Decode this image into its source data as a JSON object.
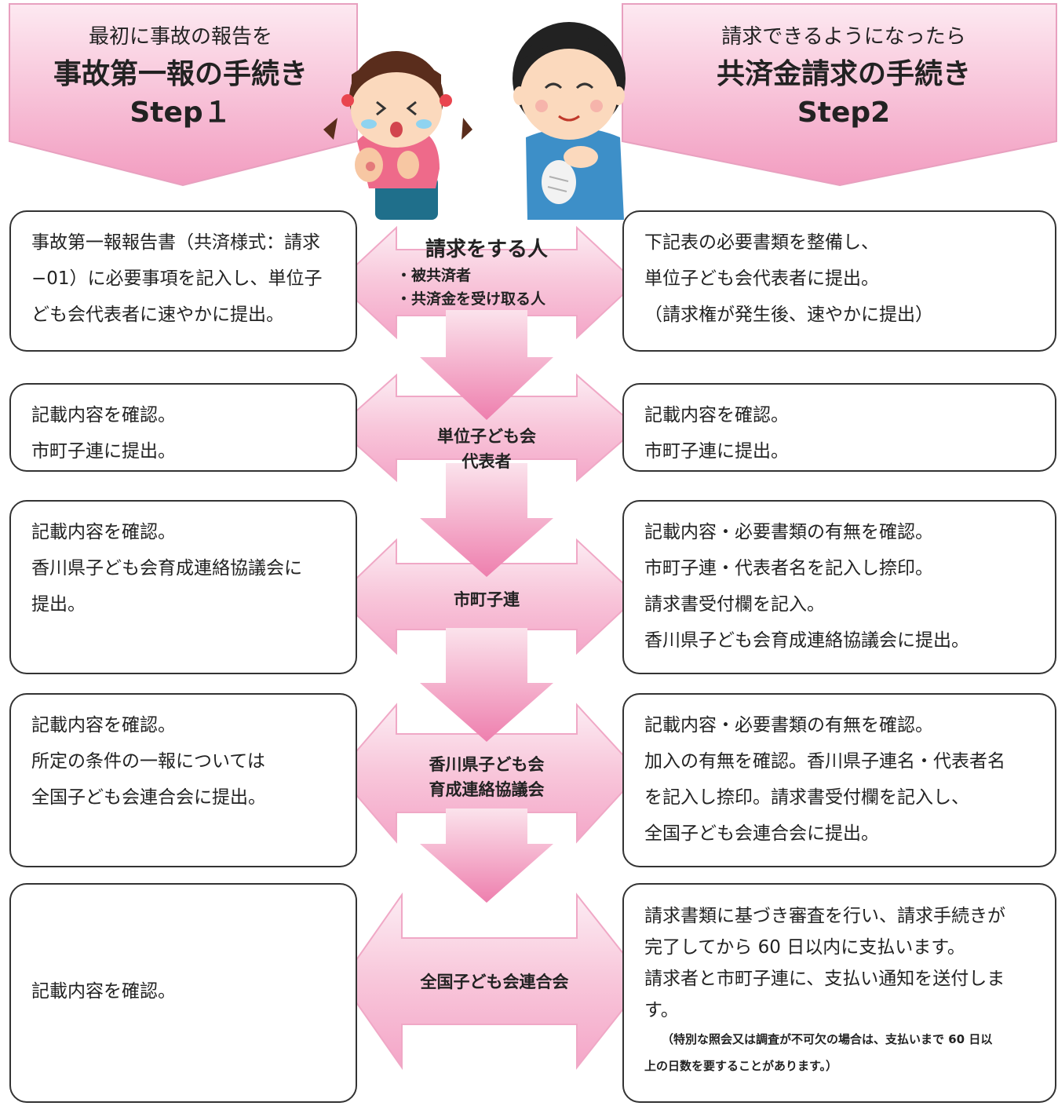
{
  "colors": {
    "pink_light": "#fde6ef",
    "pink_mid": "#f7b4cf",
    "pink_deep": "#ee82ae",
    "border": "#333333",
    "pink_edge": "#e8a0bf"
  },
  "header_left": {
    "sub": "最初に事故の報告を",
    "main": "事故第一報の手続き",
    "step": "Step１"
  },
  "header_right": {
    "sub": "請求できるようになったら",
    "main": "共済金請求の手続き",
    "step": "Step2"
  },
  "illustrations": {
    "left": "crying-girl-with-scraped-knee",
    "right": "boy-with-bandaged-arm"
  },
  "who": {
    "title": "請求をする人",
    "items": [
      "・被共済者",
      "・共済金を受け取る人"
    ]
  },
  "stages": [
    {
      "label_lines": [
        "単位子ども会",
        "代表者"
      ]
    },
    {
      "label_lines": [
        "市町子連"
      ]
    },
    {
      "label_lines": [
        "香川県子ども会",
        "育成連絡協議会"
      ]
    },
    {
      "label_lines": [
        "全国子ども会連合会"
      ]
    }
  ],
  "left_boxes": [
    {
      "lines": [
        "事故第一報報告書（共済様式：請求",
        "−01）に必要事項を記入し、単位子",
        "ども会代表者に速やかに提出。"
      ]
    },
    {
      "lines": [
        "記載内容を確認。",
        "市町子連に提出。"
      ]
    },
    {
      "lines": [
        "記載内容を確認。",
        "香川県子ども会育成連絡協議会に",
        "提出。"
      ]
    },
    {
      "lines": [
        "記載内容を確認。",
        "所定の条件の一報については",
        "全国子ども会連合会に提出。"
      ]
    },
    {
      "lines": [
        "記載内容を確認。"
      ]
    }
  ],
  "right_boxes": [
    {
      "lines": [
        "下記表の必要書類を整備し、",
        "単位子ども会代表者に提出。",
        "（請求権が発生後、速やかに提出）"
      ]
    },
    {
      "lines": [
        "記載内容を確認。",
        "市町子連に提出。"
      ]
    },
    {
      "lines": [
        "記載内容・必要書類の有無を確認。",
        "市町子連・代表者名を記入し捺印。",
        "請求書受付欄を記入。",
        "香川県子ども会育成連絡協議会に提出。"
      ]
    },
    {
      "lines": [
        "記載内容・必要書類の有無を確認。",
        "加入の有無を確認。香川県子連名・代表者名",
        "を記入し捺印。請求書受付欄を記入し、",
        "全国子ども会連合会に提出。"
      ]
    },
    {
      "lines": [
        "請求書類に基づき審査を行い、請求手続きが",
        "完了してから 60 日以内に支払います。",
        "請求者と市町子連に、支払い通知を送付しま",
        "す。"
      ],
      "note_lines": [
        "（特別な照会又は調査が不可欠の場合は、支払いまで 60 日以",
        "上の日数を要することがあります。）"
      ]
    }
  ]
}
